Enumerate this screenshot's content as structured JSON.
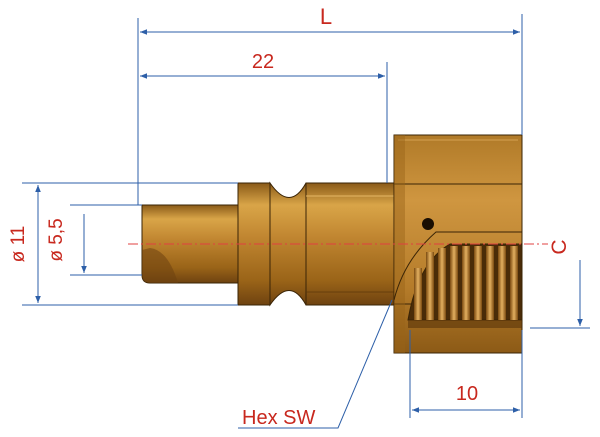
{
  "labels": {
    "length_total": "L",
    "length_plug": "22",
    "diameter_outer": "ø 11",
    "diameter_inner": "ø 5,5",
    "thread_depth_dim": "C",
    "thread_length": "10",
    "hex_size": "Hex SW"
  },
  "colors": {
    "dimension_line": "#2d5fa8",
    "dimension_text": "#c8281e",
    "centerline": "#e04040",
    "brass_light": "#d59a3c",
    "brass_mid": "#b87a22",
    "brass_dark": "#7a4a10",
    "outline": "#3a2406"
  }
}
